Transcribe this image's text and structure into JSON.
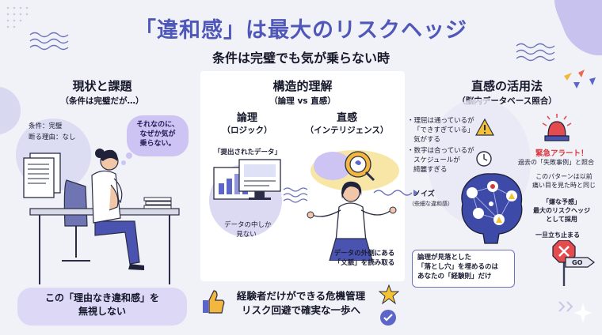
{
  "header": {
    "title": "「違和感」は最大のリスクヘッジ",
    "subtitle": "条件は完璧でも気が乗らない時"
  },
  "left": {
    "title": "現状と課題",
    "subtitle": "（条件は完璧だが…）",
    "doc_line1": "条件：完璧",
    "doc_line2": "断る理由：なし",
    "thought_line1": "それなのに、",
    "thought_line2": "なぜか気が",
    "thought_line3": "乗らない。",
    "bottom_line1": "この「理由なき違和感」を",
    "bottom_line2": "無視しない"
  },
  "center": {
    "title": "構造的理解",
    "subtitle": "（論理 vs 直感）",
    "logic_title": "論理",
    "logic_sub": "（ロジック）",
    "intuition_title": "直感",
    "intuition_sub": "（インテリジェンス）",
    "data_label": "「提出されたデータ」",
    "data_only_line1": "データの中しか",
    "data_only_line2": "見ない",
    "context_line1": "データの外側にある",
    "context_line2": "「文脈」を読み取る",
    "bottom_line1": "経験者だけができる危機管理",
    "bottom_line2": "リスク回避で確実な一歩へ"
  },
  "right": {
    "title": "直感の活用法",
    "subtitle": "（脳内データベース照合）",
    "check1_line1": "・理屈は通っているが",
    "check1_line2": "「できすぎている」",
    "check1_line3": "気がする",
    "check2_line1": "・数字は合っているが",
    "check2_line2": "スケジュールが",
    "check2_line3": "綺麗すぎる",
    "noise_label": "ノイズ",
    "noise_sub": "（些細な違和感）",
    "alert_title": "緊急アラート！",
    "alert_line1": "過去の「失敗事例」と照合",
    "pattern_line1": "このパターンは以前",
    "pattern_line2": "痛い目を見た時と同じ",
    "omen_line1": "「嫌な予感」",
    "omen_line2": "最大のリスクヘッジ",
    "omen_line3": "として採用",
    "stop_label": "一旦立ち止まる",
    "sign_go": "GO",
    "gap_line1": "論理が見落とした",
    "gap_line2": "「落とし穴」を埋めるのは",
    "gap_line3": "あなたの「経験則」だけ"
  },
  "colors": {
    "title": "#4f58b8",
    "bubble": "#cdc4f3",
    "box": "#dcd8f6",
    "alert": "#d8353c",
    "accent_yellow": "#f4b73e"
  }
}
